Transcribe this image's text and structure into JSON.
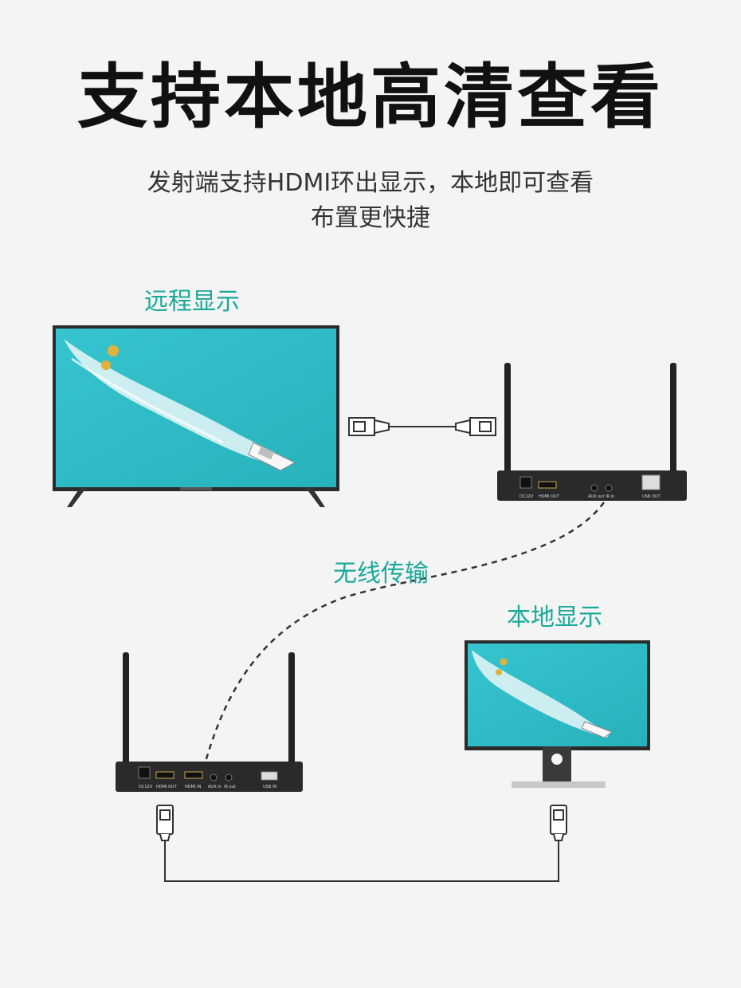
{
  "title": "支持本地高清查看",
  "subtitle_line1": "发射端支持HDMI环出显示，本地即可查看",
  "subtitle_line2": "布置更快捷",
  "labels": {
    "remote": "远程显示",
    "wireless": "无线传输",
    "local": "本地显示"
  },
  "receiver_ports": [
    "DC12V",
    "HDMI OUT",
    "AUX out",
    "IR in",
    "USB OUT"
  ],
  "transmitter_ports": [
    "DC12V",
    "HDMI OUT",
    "HDMI IN",
    "AUX in",
    "IR out",
    "USB IN"
  ],
  "colors": {
    "accent": "#1ba99a",
    "screen": "#2fbcc4",
    "device": "#2a2a2a"
  }
}
